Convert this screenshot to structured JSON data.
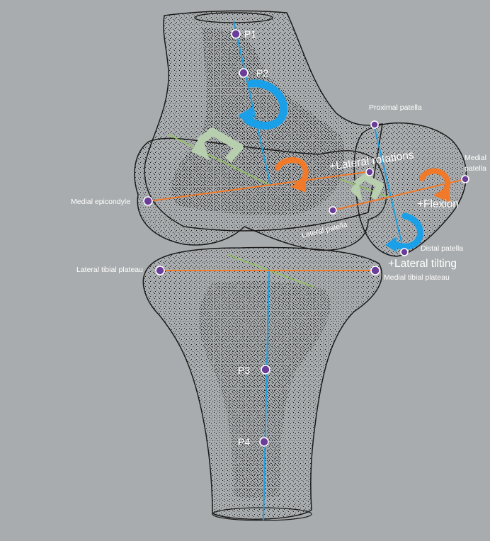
{
  "labels": {
    "p1": "P1",
    "p2": "P2",
    "p3": "P3",
    "p4": "P4",
    "proximal_patella": "Proximal patella",
    "medial_patella_line1": "Medial",
    "medial_patella_line2": "patella",
    "medial_epicondyle": "Medial epicondyle",
    "lateral_patella": "Lateral patella",
    "distal_patella": "Distal patella",
    "lateral_tibial_plateau": "Lateral tibial plateau",
    "medial_tibial_plateau": "Medial tibial plateau"
  },
  "motions": {
    "lateral_rotations": "+Lateral rotations",
    "flexion": "+Flexion",
    "lateral_tilting": "+Lateral tilting"
  },
  "colors": {
    "background": "#a9acae",
    "bone_outline": "#1a1a1a",
    "bone_texture": "#111111",
    "axis_long": "#1e9fe0",
    "axis_transverse": "#f07a2a",
    "axis_green": "#8ec45a",
    "landmark_point": "#6a3d9a",
    "arrow_blue": "#1aa0e8",
    "arrow_orange": "#f07a2a",
    "arrow_green": "#b7cfae",
    "text": "#ffffff"
  }
}
